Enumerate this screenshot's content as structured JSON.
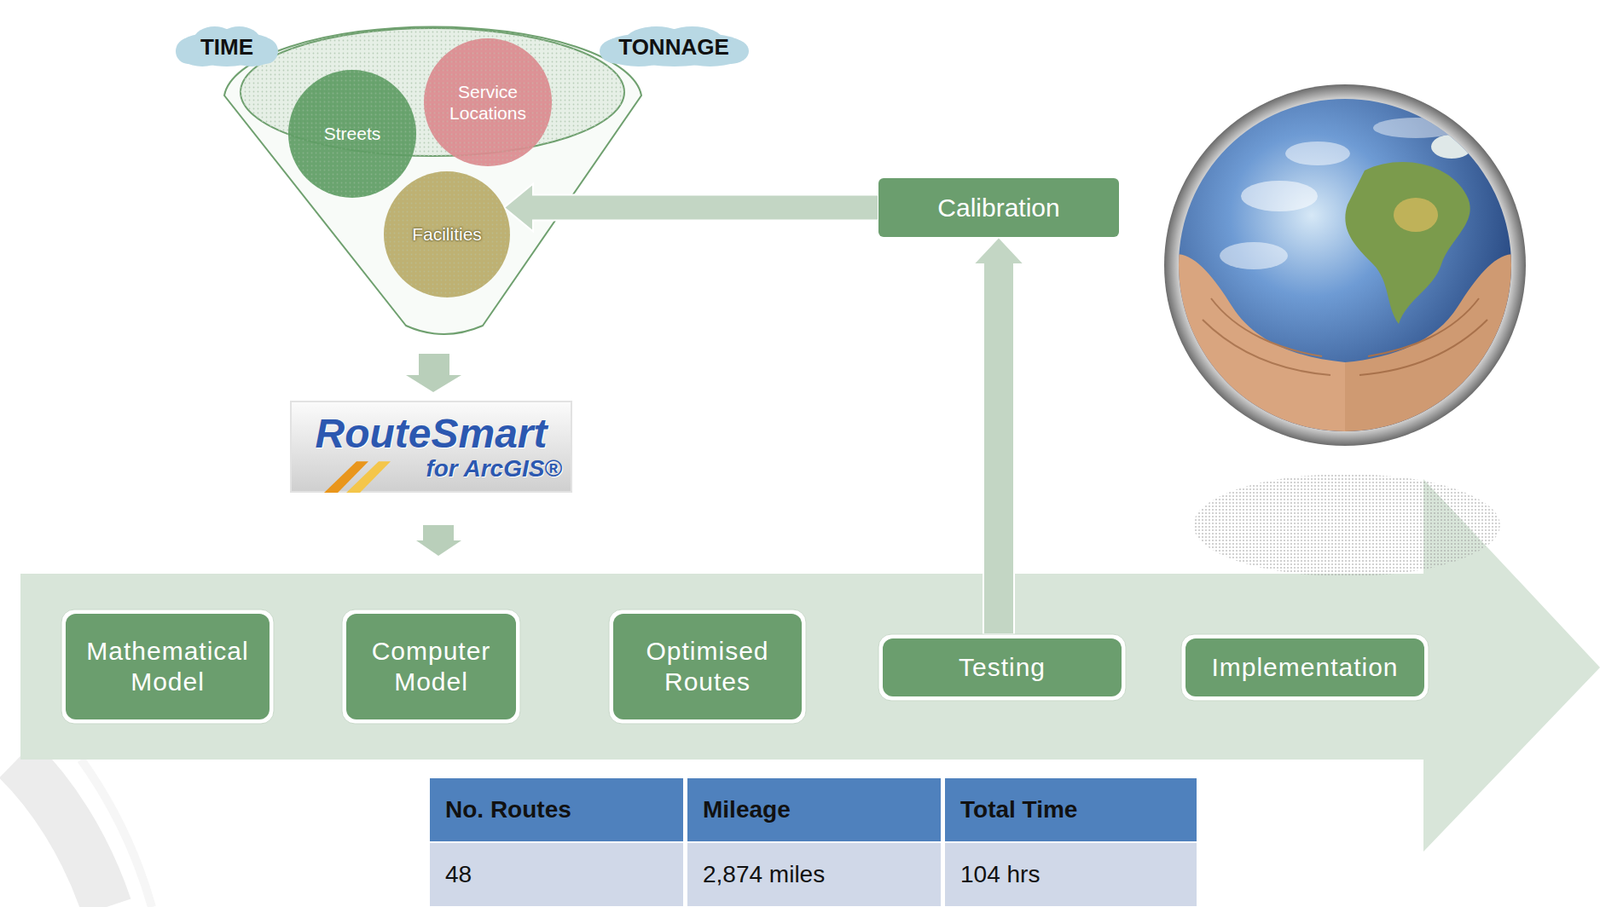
{
  "diagram": {
    "nodes": [
      {
        "text": [
          "TIME"
        ]
      },
      {
        "text": [
          "TONNAGE"
        ]
      },
      {
        "text": [
          "Streets"
        ]
      },
      {
        "text": [
          "Service Locations"
        ]
      },
      {
        "text": [
          "Facilities"
        ]
      },
      {
        "text": [
          "Calibration"
        ]
      },
      {
        "text": [
          "RouteSmart",
          "for ArcGIS®"
        ]
      },
      {
        "text": [
          "Mathematical Model"
        ]
      },
      {
        "text": [
          "Computer Model"
        ]
      },
      {
        "text": [
          "Optimised Routes"
        ]
      },
      {
        "text": [
          "Testing"
        ]
      },
      {
        "text": [
          "Implementation"
        ]
      }
    ],
    "edges": [
      {
        "from": 10,
        "to": 5,
        "arrow": "to"
      },
      {
        "from": 5,
        "to": 4,
        "arrow": "to"
      }
    ],
    "labels": [
      "No. Routes",
      "Mileage",
      "Total Time",
      "48",
      "2,874 miles",
      "104 hrs"
    ]
  }
}
